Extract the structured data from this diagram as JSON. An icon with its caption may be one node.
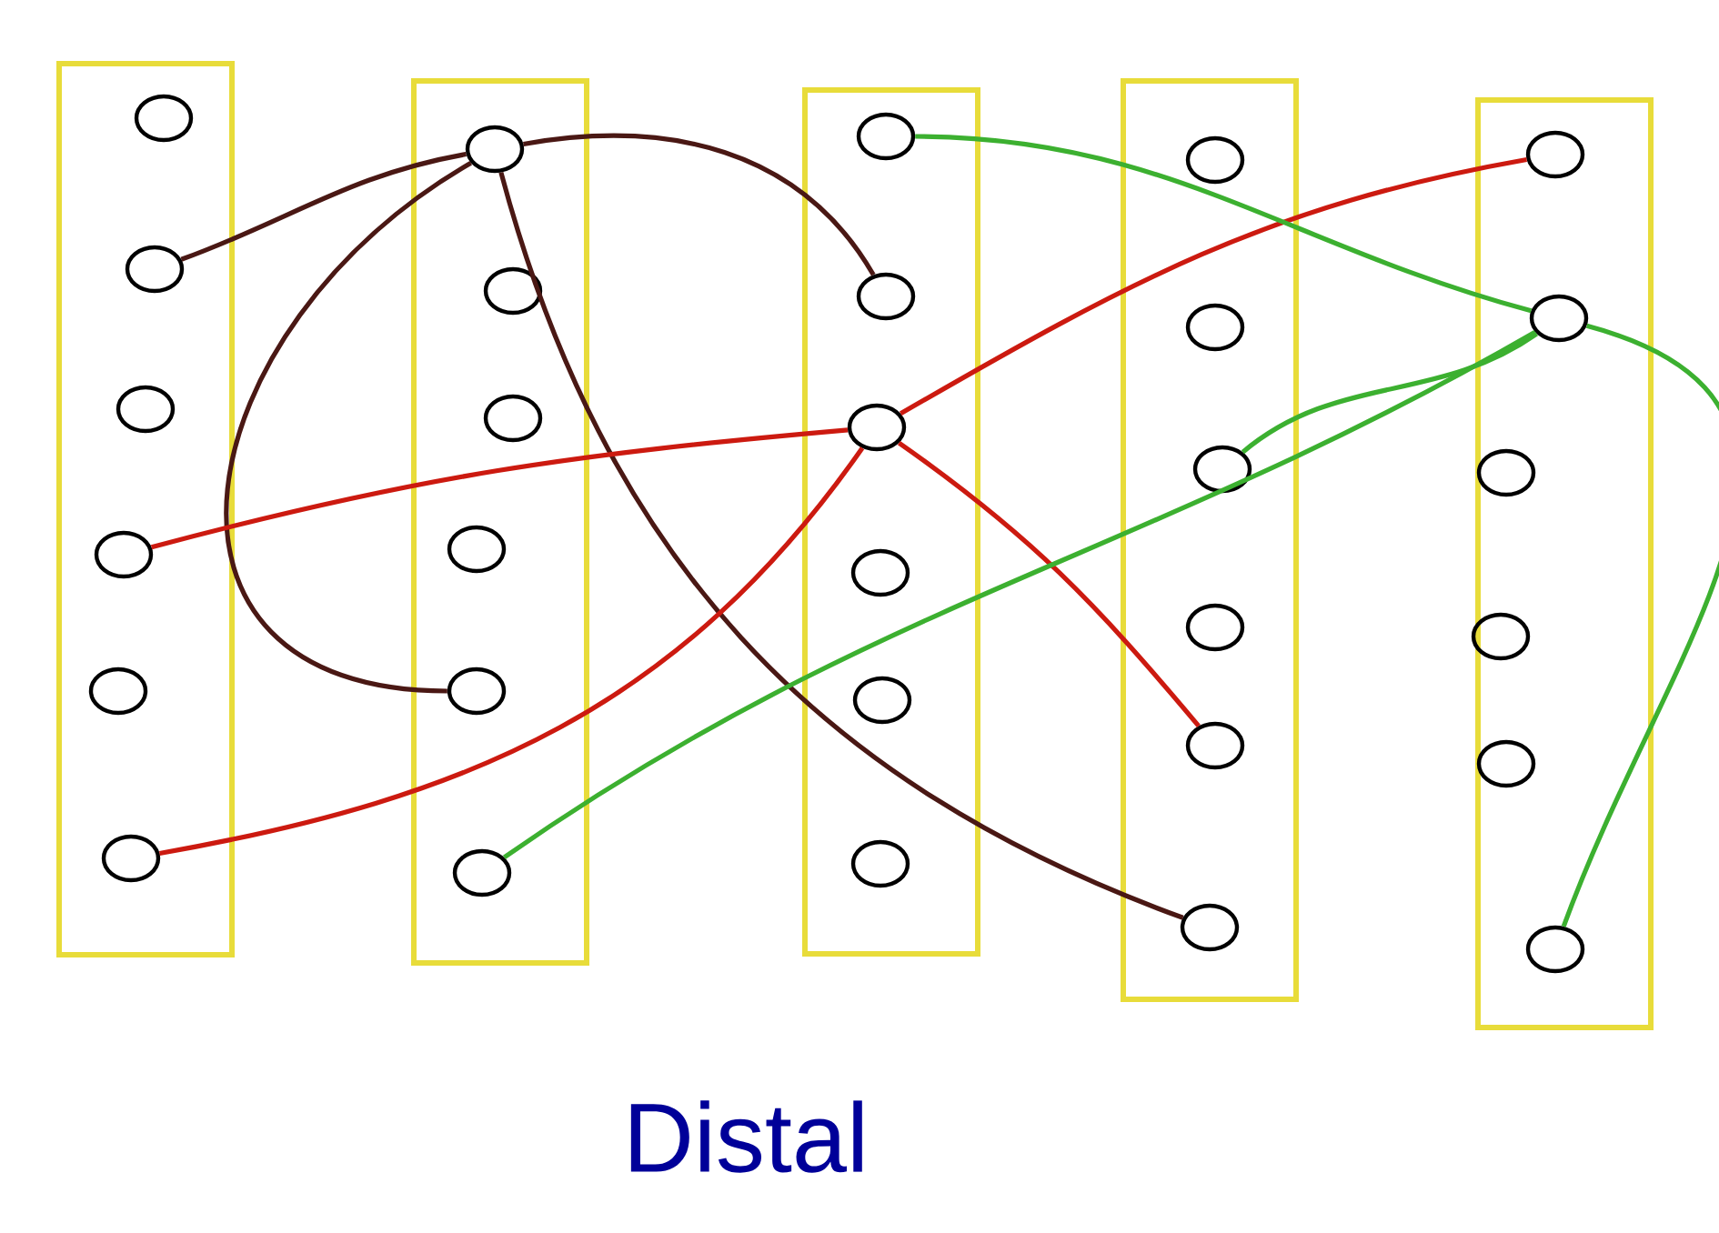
{
  "diagram": {
    "nodes": [
      {
        "text": [],
        "shape": "bar"
      },
      {
        "text": [],
        "shape": "circle",
        "in": 0
      },
      {
        "text": [],
        "shape": "circle",
        "in": 0
      },
      {
        "text": [],
        "shape": "circle",
        "in": 0
      },
      {
        "text": [],
        "shape": "circle",
        "in": 0
      },
      {
        "text": [],
        "shape": "circle",
        "in": 0
      },
      {
        "text": [],
        "shape": "circle",
        "in": 0
      },
      {
        "text": [],
        "shape": "bar"
      },
      {
        "text": [],
        "shape": "circle",
        "in": 7
      },
      {
        "text": [],
        "shape": "circle",
        "in": 7
      },
      {
        "text": [],
        "shape": "circle",
        "in": 7
      },
      {
        "text": [],
        "shape": "circle",
        "in": 7
      },
      {
        "text": [],
        "shape": "circle",
        "in": 7
      },
      {
        "text": [],
        "shape": "circle",
        "in": 7
      },
      {
        "text": [],
        "shape": "bar"
      },
      {
        "text": [],
        "shape": "circle",
        "in": 14
      },
      {
        "text": [],
        "shape": "circle",
        "in": 14
      },
      {
        "text": [],
        "shape": "circle",
        "in": 14
      },
      {
        "text": [],
        "shape": "circle",
        "in": 14
      },
      {
        "text": [],
        "shape": "circle",
        "in": 14
      },
      {
        "text": [],
        "shape": "circle",
        "in": 14
      },
      {
        "text": [],
        "shape": "bar"
      },
      {
        "text": [],
        "shape": "circle",
        "in": 21
      },
      {
        "text": [],
        "shape": "circle",
        "in": 21
      },
      {
        "text": [],
        "shape": "circle",
        "in": 21
      },
      {
        "text": [],
        "shape": "circle",
        "in": 21
      },
      {
        "text": [],
        "shape": "circle",
        "in": 21
      },
      {
        "text": [],
        "shape": "circle",
        "in": 21
      },
      {
        "text": [],
        "shape": "bar"
      },
      {
        "text": [],
        "shape": "circle",
        "in": 28
      },
      {
        "text": [],
        "shape": "circle",
        "in": 28
      },
      {
        "text": [],
        "shape": "circle",
        "in": 28
      },
      {
        "text": [],
        "shape": "circle",
        "in": 28
      },
      {
        "text": [],
        "shape": "circle",
        "in": 28
      },
      {
        "text": [],
        "shape": "circle",
        "in": 28
      }
    ],
    "edges": [
      {
        "from": 8,
        "to": 2,
        "arrow": "none",
        "color": "#4a1814"
      },
      {
        "from": 8,
        "to": 16,
        "arrow": "none",
        "color": "#4a1814"
      },
      {
        "from": 8,
        "to": 12,
        "arrow": "none",
        "color": "#4a1814"
      },
      {
        "from": 8,
        "to": 27,
        "arrow": "none",
        "color": "#4a1814"
      },
      {
        "from": 4,
        "to": 17,
        "arrow": "none",
        "color": "#cc1a10"
      },
      {
        "from": 6,
        "to": 17,
        "arrow": "none",
        "color": "#cc1a10"
      },
      {
        "from": 17,
        "to": 29,
        "arrow": "none",
        "color": "#cc1a10"
      },
      {
        "from": 17,
        "to": 26,
        "arrow": "none",
        "color": "#cc1a10"
      },
      {
        "from": 15,
        "to": 30,
        "arrow": "none",
        "color": "#3cb030"
      },
      {
        "from": 24,
        "to": 30,
        "arrow": "none",
        "color": "#3cb030"
      },
      {
        "from": 13,
        "to": 30,
        "arrow": "none",
        "color": "#3cb030"
      },
      {
        "from": 30,
        "to": 34,
        "arrow": "none",
        "color": "#3cb030"
      }
    ],
    "labels": [
      "Distal"
    ]
  }
}
